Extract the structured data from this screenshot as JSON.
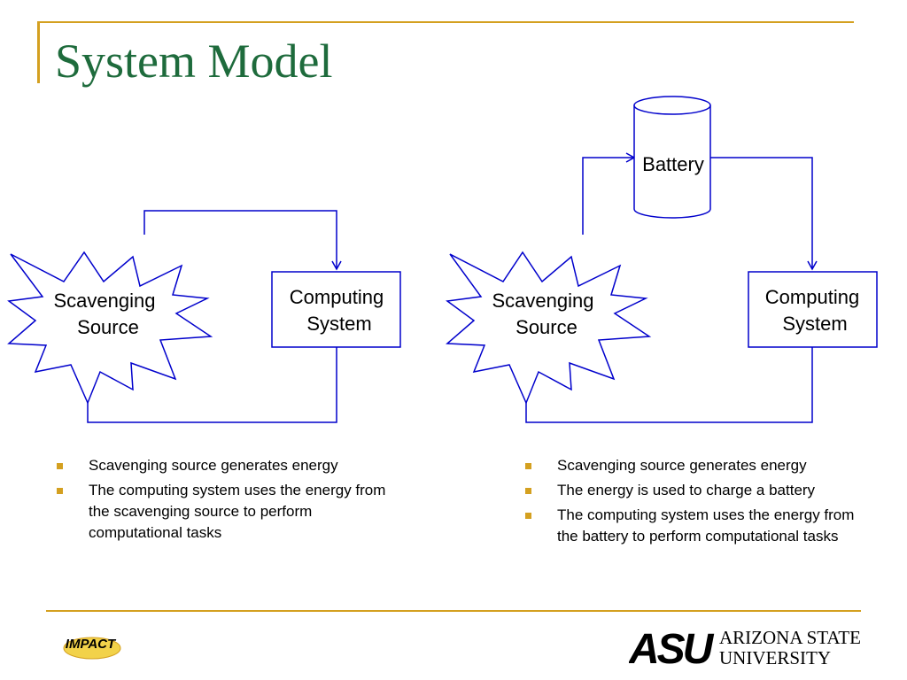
{
  "slide": {
    "title": "System Model"
  },
  "left_diagram": {
    "source_label_line1": "Scavenging",
    "source_label_line2": "Source",
    "system_label_line1": "Computing",
    "system_label_line2": "System"
  },
  "right_diagram": {
    "battery_label": "Battery",
    "source_label_line1": "Scavenging",
    "source_label_line2": "Source",
    "system_label_line1": "Computing",
    "system_label_line2": "System"
  },
  "left_bullets": [
    "Scavenging source generates energy",
    "The computing system uses the energy from the scavenging source to perform computational tasks"
  ],
  "right_bullets": [
    "Scavenging source generates energy",
    "The energy is used to charge a battery",
    "The computing system uses the energy from the battery to perform computational tasks"
  ],
  "footer": {
    "impact_logo_text": "IMPACT",
    "asu_logo_mark": "ASU",
    "asu_name_line1": "ARIZONA STATE",
    "asu_name_line2": "UNIVERSITY"
  },
  "colors": {
    "title": "#1E6B3C",
    "accent_gold": "#D4A020",
    "connector_blue": "#0000CC",
    "asu_maroon": "#8C1D40"
  }
}
